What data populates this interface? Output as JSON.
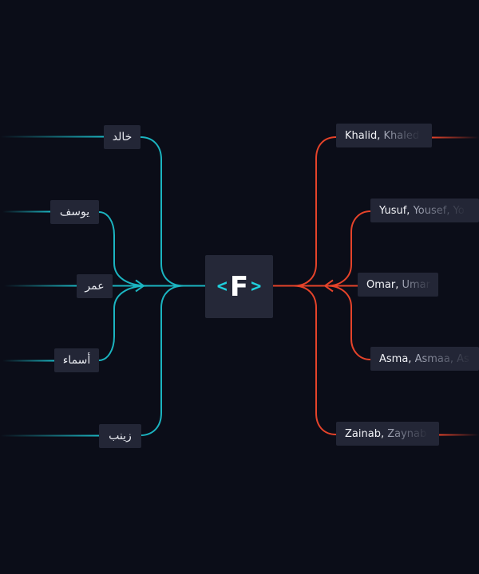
{
  "logo": {
    "left": "<",
    "letter": "F",
    "right": ">"
  },
  "colors": {
    "background": "#0b0d18",
    "left_branch": "#1bb4c0",
    "right_branch": "#e5432a",
    "node": "#232636"
  },
  "arabic_names": [
    "خالد",
    "يوسف",
    "عمر",
    "أسماء",
    "زينب"
  ],
  "latin_names": [
    {
      "first": "Khalid,",
      "rest": "Khaled"
    },
    {
      "first": "Yusuf,",
      "rest": "Yousef, Yo"
    },
    {
      "first": "Omar,",
      "rest": "Umar"
    },
    {
      "first": "Asma,",
      "rest": "Asmaa, As"
    },
    {
      "first": "Zainab,",
      "rest": "Zaynab"
    }
  ]
}
